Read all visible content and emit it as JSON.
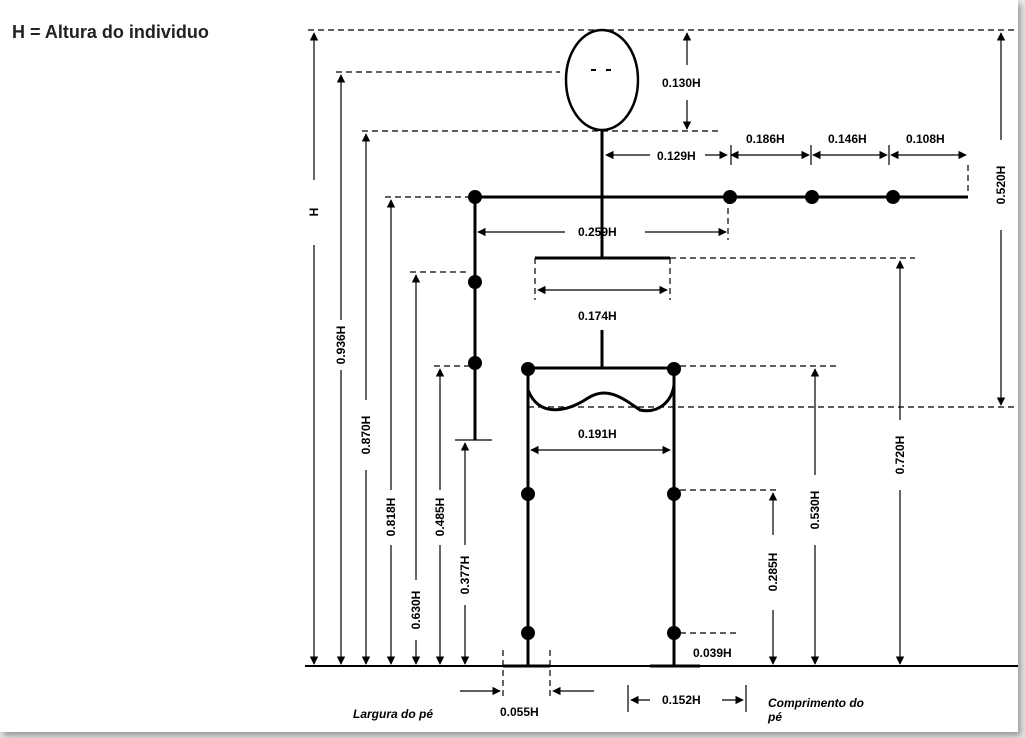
{
  "legend": "H = Altura do individuo",
  "height_symbol": "H",
  "vertical_dims": {
    "d936": "0.936H",
    "d870": "0.870H",
    "d818": "0.818H",
    "d630": "0.630H",
    "d485": "0.485H",
    "d377": "0.377H",
    "d130": "0.130H",
    "d520": "0.520H",
    "d720": "0.720H",
    "d530": "0.530H",
    "d285": "0.285H",
    "d039": "0.039H"
  },
  "horizontal_dims": {
    "d129": "0.129H",
    "d186": "0.186H",
    "d146": "0.146H",
    "d108": "0.108H",
    "d259": "0.259H",
    "d174": "0.174H",
    "d191": "0.191H",
    "d055": "0.055H",
    "d152": "0.152H"
  },
  "captions": {
    "foot_width": "Largura do pé",
    "foot_length_1": "Comprimento do",
    "foot_length_2": "pé"
  }
}
